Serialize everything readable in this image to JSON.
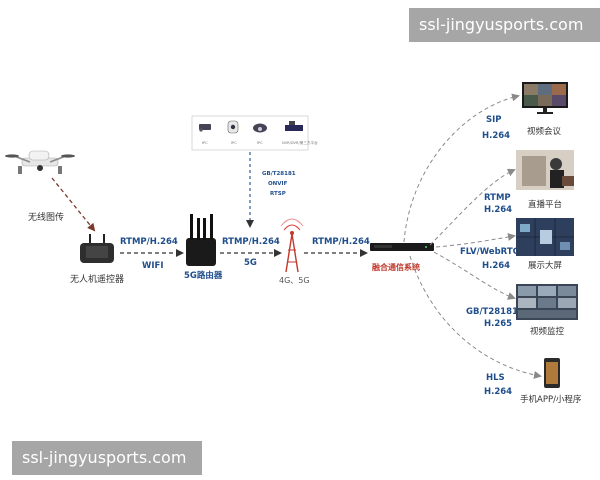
{
  "watermarks": {
    "top": "ssl-jingyusports.com",
    "bottom": "ssl-jingyusports.com"
  },
  "source": {
    "drone_label": "无线图传",
    "controller_label": "无人机遥控器",
    "link1_proto": "RTMP/H.264",
    "link1_medium": "WIFI",
    "router_label": "5G路由器",
    "link2_proto": "RTMP/H.264",
    "link2_medium": "5G",
    "tower_label": "4G、5G",
    "link3_proto": "RTMP/H.264",
    "system_label": "融合通信系统"
  },
  "camera_box": {
    "icons": [
      "ipc-camera-icon",
      "ptz-camera-icon",
      "dome-camera-icon",
      "nvr-icon"
    ],
    "labels": [
      "IPC",
      "IPC",
      "IPC",
      "NVR/DVR/第三方平台"
    ],
    "protocols": [
      "GB/T28181",
      "ONVIF",
      "RTSP"
    ]
  },
  "outputs": [
    {
      "proto1": "SIP",
      "proto2": "H.264",
      "label": "视频会议",
      "icon": "video-conference-icon"
    },
    {
      "proto1": "RTMP",
      "proto2": "H.264",
      "label": "直播平台",
      "icon": "live-streaming-icon"
    },
    {
      "proto1": "FLV/WebRTC",
      "proto2": "H.264",
      "label": "展示大屏",
      "icon": "display-screen-icon"
    },
    {
      "proto1": "GB/T28181",
      "proto2": "H.265",
      "label": "视频监控",
      "icon": "video-monitor-icon"
    },
    {
      "proto1": "HLS",
      "proto2": "H.264",
      "label": "手机APP/小程序",
      "icon": "mobile-phone-icon"
    }
  ],
  "colors": {
    "link_blue": "#1f4e8c",
    "system_red": "#c0392b",
    "arrow_dark": "#7a3b2e",
    "dash_gray": "#999999"
  }
}
